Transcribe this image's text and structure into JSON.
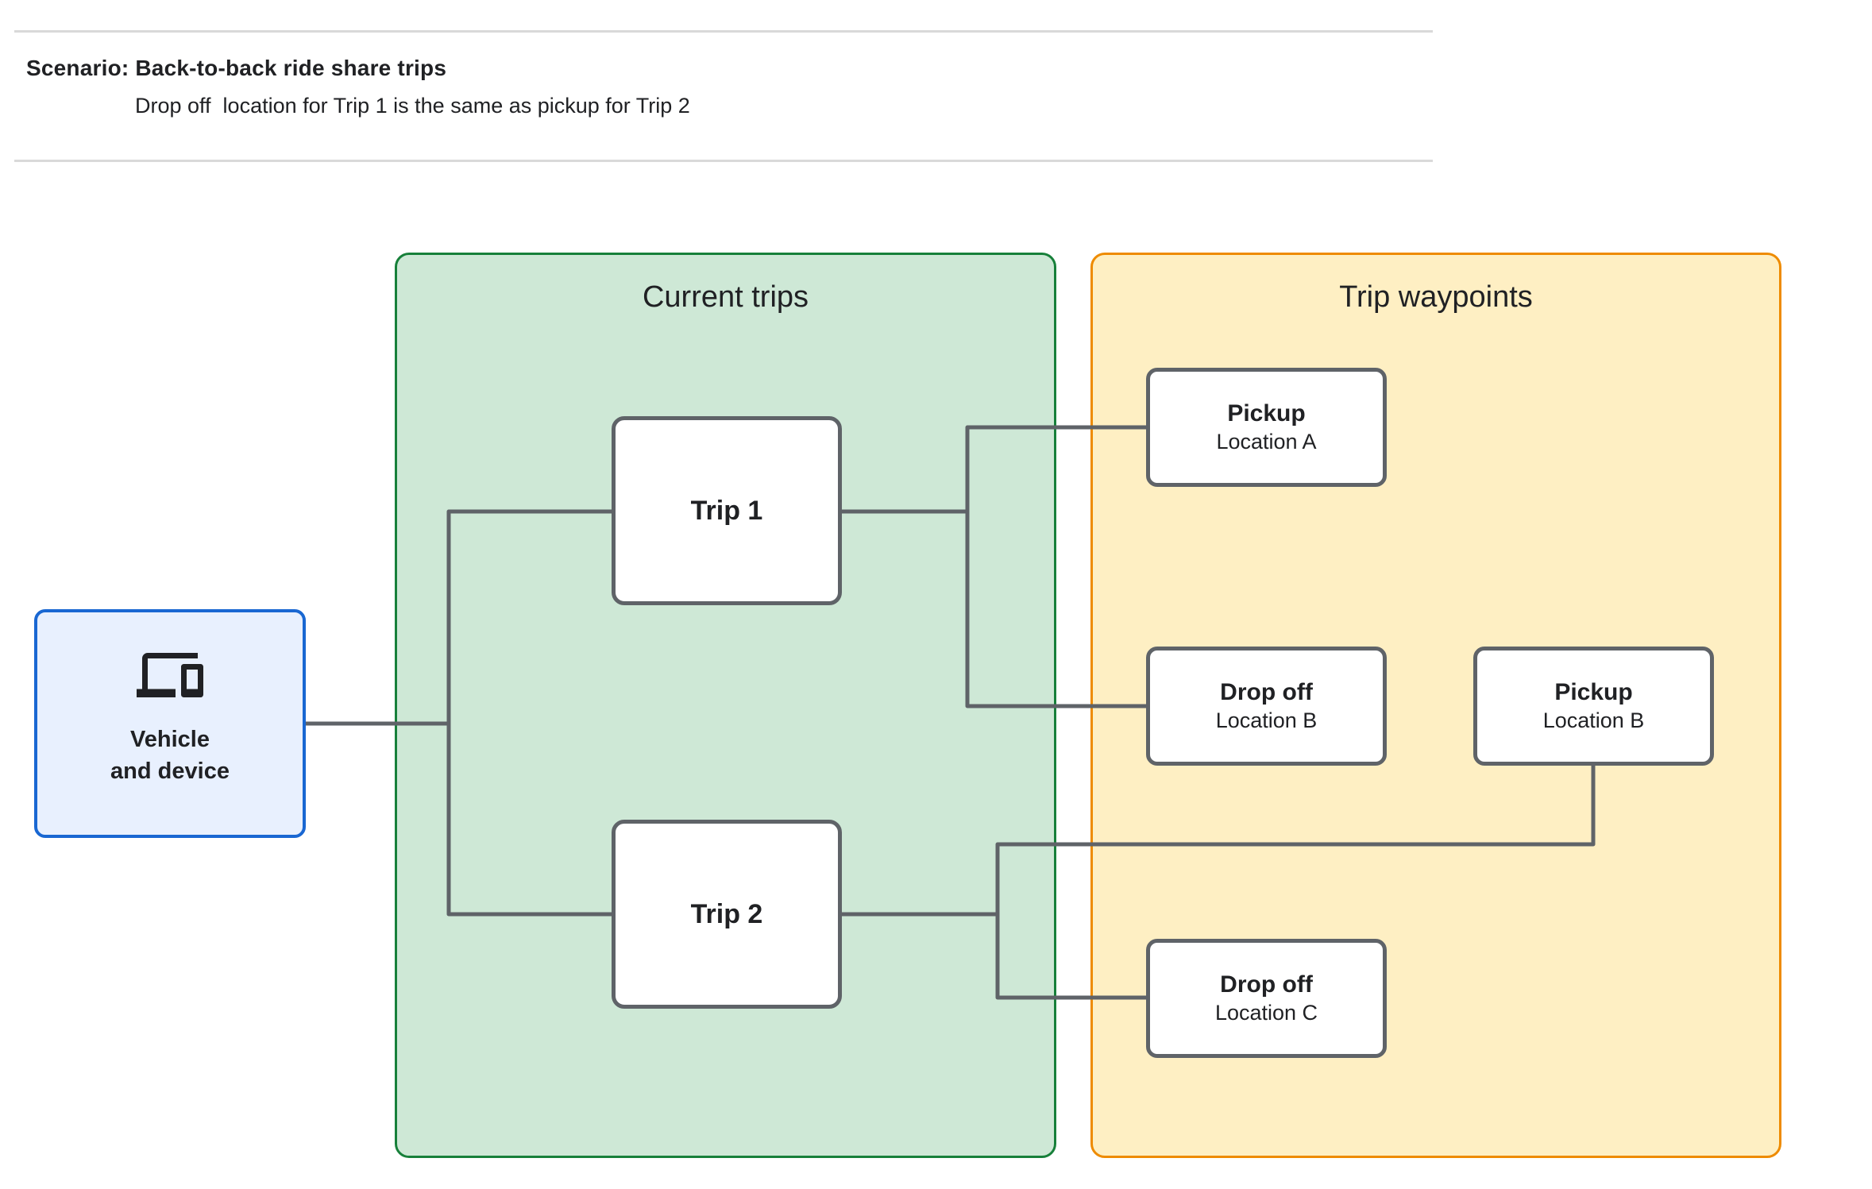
{
  "header": {
    "title": "Scenario: Back-to-back ride share trips",
    "subtitle": "Drop off  location for Trip 1 is the same as pickup for Trip 2"
  },
  "vehicle_node": {
    "icon": "devices-icon",
    "label_line1": "Vehicle",
    "label_line2": "and device"
  },
  "panels": {
    "current": {
      "heading": "Current trips",
      "nodes": [
        {
          "label": "Trip 1"
        },
        {
          "label": "Trip 2"
        }
      ]
    },
    "waypoints": {
      "heading": "Trip waypoints",
      "nodes": [
        {
          "title": "Pickup",
          "subtitle": "Location A"
        },
        {
          "title": "Drop off",
          "subtitle": "Location B"
        },
        {
          "title": "Pickup",
          "subtitle": "Location B"
        },
        {
          "title": "Drop off",
          "subtitle": "Location C"
        }
      ]
    }
  },
  "colors": {
    "vehicle_fill": "#e8f0fe",
    "vehicle_border": "#1967d2",
    "current_trips_fill": "#cee8d6",
    "current_trips_border": "#17803a",
    "waypoints_fill": "#feefc3",
    "waypoints_border": "#ee8b00",
    "node_border": "#5f6368",
    "connector": "#5f6368",
    "divider": "#d9d9d9",
    "text": "#202124"
  }
}
